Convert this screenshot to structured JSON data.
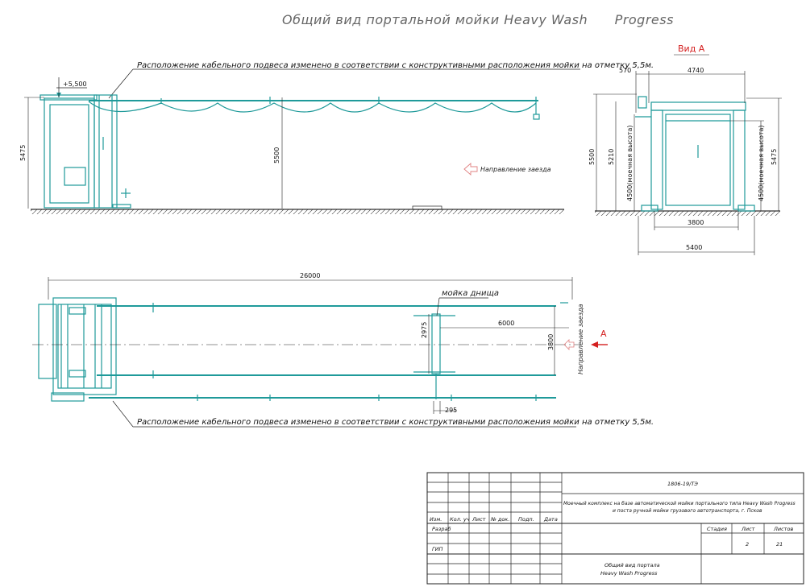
{
  "title": "Общий вид портальной мойки Heavy Wash      Progress",
  "view_a_label": "Вид А",
  "cable_note_top": "Расположение кабельного подвеса изменено в соответствии с конструктивными расположения мойки на отметку 5,5м.",
  "cable_note_bottom": "Расположение кабельного подвеса изменено в соответствии с конструктивными расположения мойки на отметку 5,5м.",
  "direction_label": "Направление заезда",
  "underbody_label": "мойка днища",
  "arrow_a_label": "A",
  "elevation_view": {
    "level_mark": "+5,500",
    "dim_height_left": "5475",
    "dim_height_mid": "5500"
  },
  "view_a": {
    "dim_570": "570",
    "dim_4740": "4740",
    "dim_5500": "5500",
    "dim_5210": "5210",
    "dim_left_wash_height": "4500(моечная высота)",
    "dim_right_wash_height": "4500(моечная высота)",
    "dim_5475": "5475",
    "dim_3800": "3800",
    "dim_5400": "5400"
  },
  "plan_view": {
    "dim_26000": "26000",
    "dim_6000": "6000",
    "dim_2975": "2975",
    "dim_3800": "3800",
    "dim_295": "295"
  },
  "stamp": {
    "code": "1806-19/ТЭ",
    "project": "Моечный комплекс на базе автоматической мойки портального типа Heavy Wash Progress",
    "project2": "и поста ручной мойки грузового автотранспорта, г. Псков",
    "col_izm": "Изм.",
    "col_kol": "Кол. уч",
    "col_list": "Лист",
    "col_doc": "№ док.",
    "col_sign": "Подп.",
    "col_date": "Дата",
    "role_razrab": "Разраб",
    "role_gip": "ГИП",
    "hdr_stage": "Стадия",
    "hdr_sheet": "Лист",
    "hdr_sheets": "Листов",
    "val_sheet": "2",
    "val_sheets": "21",
    "drawing_title_1": "Общий вид портала",
    "drawing_title_2": "Heavy Wash Progress"
  },
  "colors": {
    "equipment": "#1f9a9a",
    "view_label": "#d42020",
    "arrow": "#d42020",
    "lines": "#222222"
  }
}
